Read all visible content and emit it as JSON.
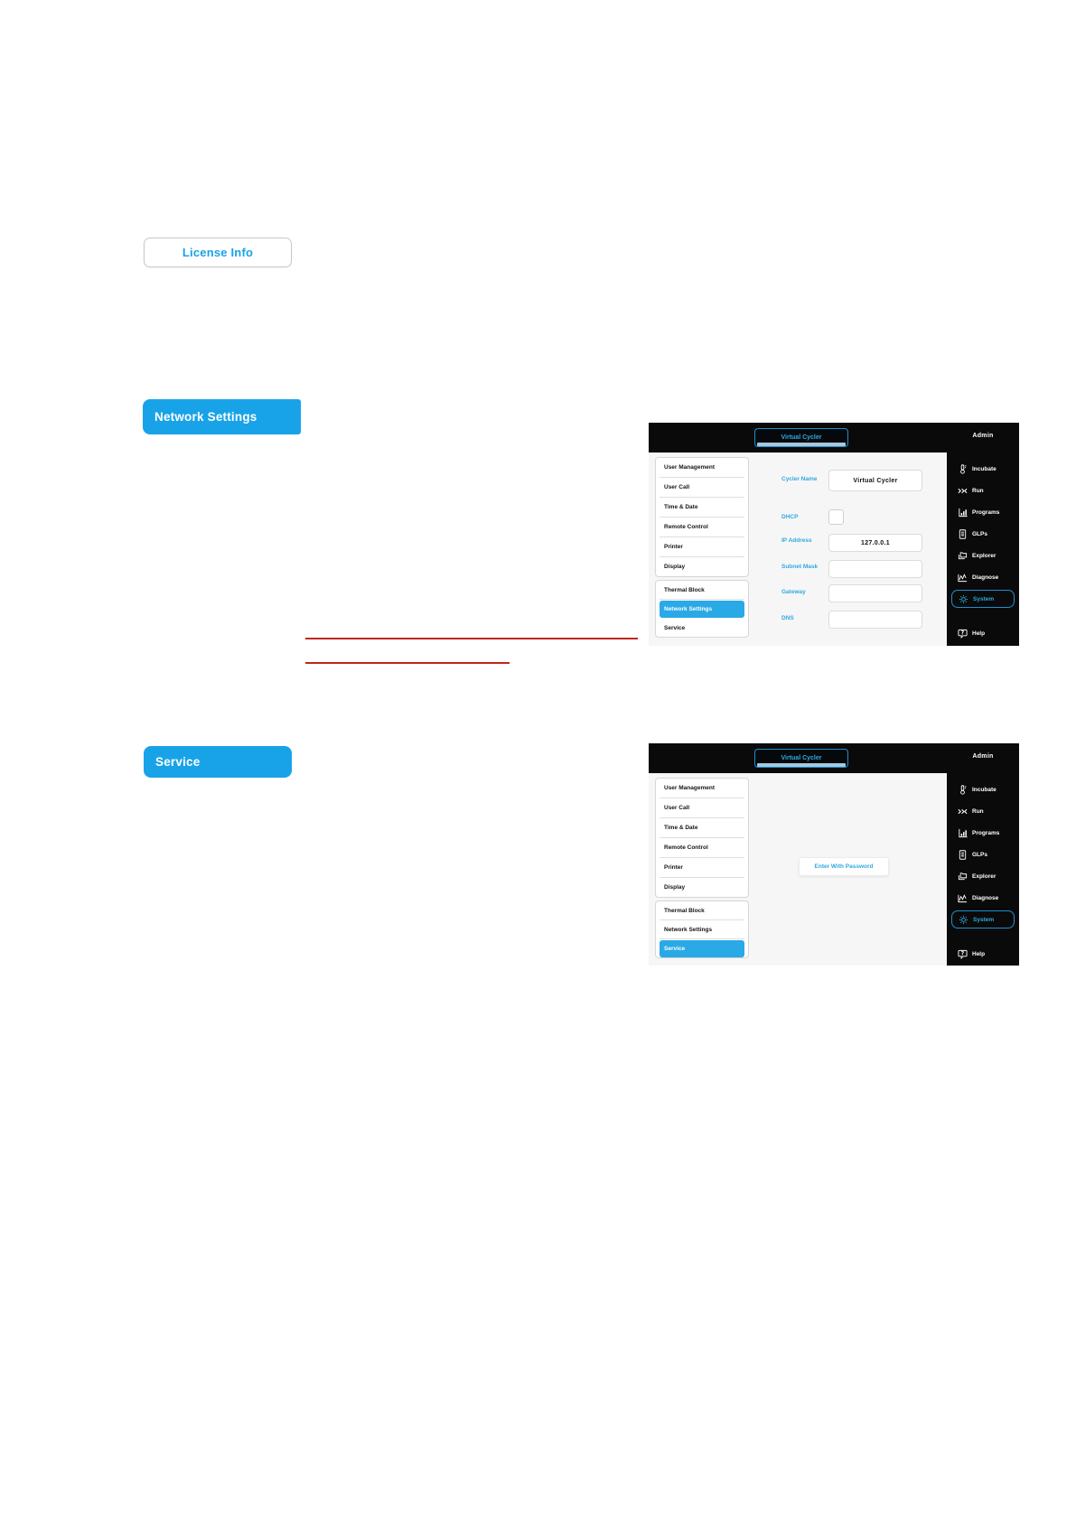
{
  "colors": {
    "accent_blue": "#18a3e8",
    "selected_blue": "#29a9e6",
    "label_blue": "#2fa9e1",
    "red_line": "#c0271f",
    "dark_bg": "#0a0a0a",
    "content_bg": "#f6f6f6"
  },
  "license_button": {
    "label": "License Info"
  },
  "headings": {
    "network": "Network Settings",
    "service": "Service"
  },
  "device": {
    "tab_label": "Virtual Cycler",
    "user_label": "Admin",
    "settings_menu_group1": [
      {
        "label": "User Management"
      },
      {
        "label": "User Call"
      },
      {
        "label": "Time & Date"
      },
      {
        "label": "Remote Control"
      },
      {
        "label": "Printer"
      },
      {
        "label": "Display"
      }
    ],
    "settings_menu_group2": [
      {
        "label": "Thermal Block"
      },
      {
        "label": "Network Settings"
      },
      {
        "label": "Service"
      }
    ],
    "nav": [
      {
        "label": "Incubate",
        "icon": "thermometer-icon"
      },
      {
        "label": "Run",
        "icon": "run-icon"
      },
      {
        "label": "Programs",
        "icon": "bar-chart-icon"
      },
      {
        "label": "GLPs",
        "icon": "document-icon"
      },
      {
        "label": "Explorer",
        "icon": "folder-stack-icon"
      },
      {
        "label": "Diagnose",
        "icon": "waveform-icon"
      },
      {
        "label": "System",
        "icon": "gear-icon"
      },
      {
        "label": "Help",
        "icon": "help-bubble-icon"
      }
    ],
    "network_form": {
      "cycler_name_label": "Cycler Name",
      "cycler_name_value": "Virtual Cycler",
      "dhcp_label": "DHCP",
      "ip_label": "IP Address",
      "ip_value": "127.0.0.1",
      "subnet_label": "Subnet Mask",
      "subnet_value": "",
      "gateway_label": "Gateway",
      "gateway_value": "",
      "dns_label": "DNS",
      "dns_value": ""
    },
    "service_page": {
      "enter_button_label": "Enter With Password"
    }
  }
}
